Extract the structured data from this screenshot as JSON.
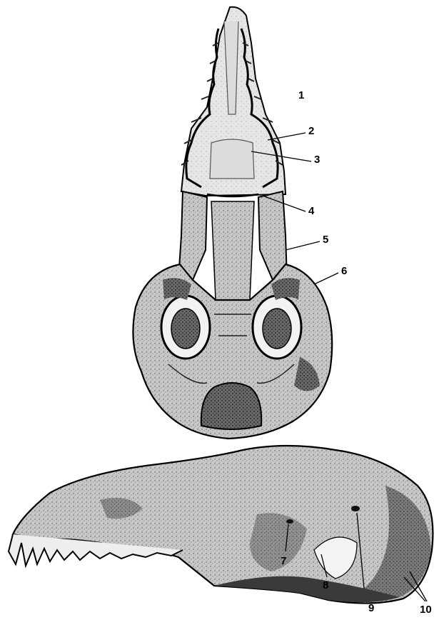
{
  "labels": {
    "l1": "1",
    "l2": "2",
    "l3": "3",
    "l4": "4",
    "l5": "5",
    "l6": "6",
    "l7": "7",
    "l8": "8",
    "l9": "9",
    "l10": "10"
  },
  "colors": {
    "ink": "#000000",
    "bone": "#cfcfcf",
    "shade": "#8a8a8a",
    "dark": "#2f2f2f",
    "paper": "#ffffff"
  }
}
